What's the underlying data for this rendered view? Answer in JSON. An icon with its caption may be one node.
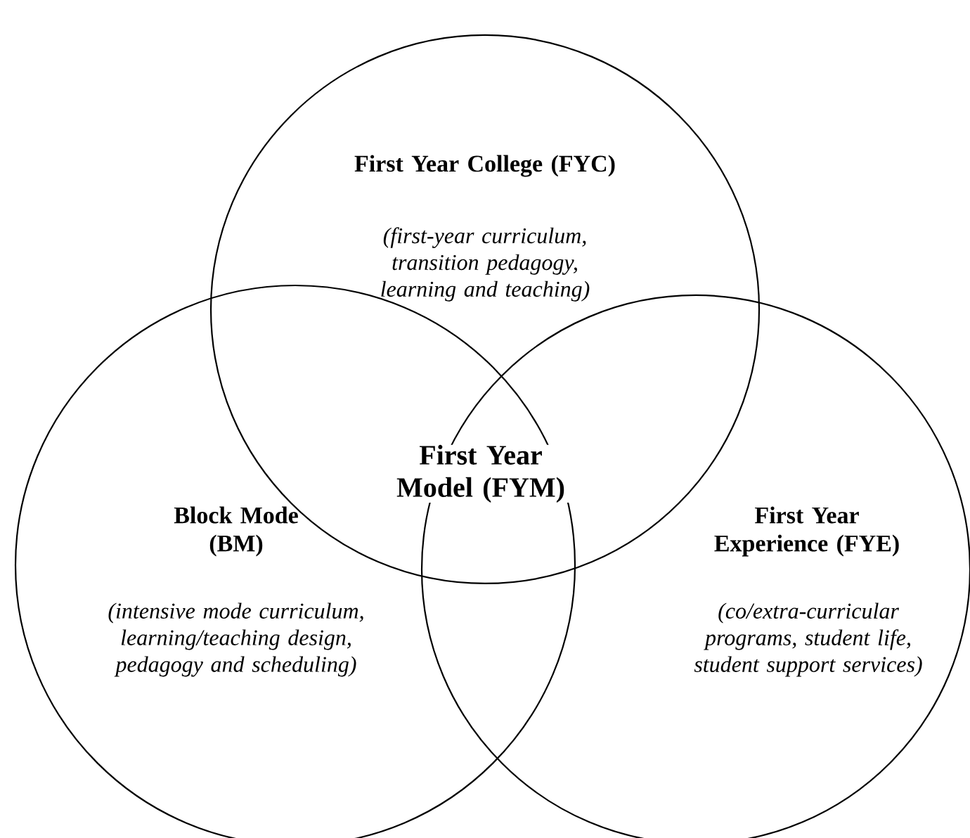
{
  "diagram": {
    "nodes": [
      {
        "text": [
          "First Year College (FYC)",
          "(first-year curriculum, transition pedagogy, learning and teaching)"
        ]
      },
      {
        "text": [
          "Block Mode (BM)",
          "(intensive mode curriculum, learning/teaching design, pedagogy and scheduling)"
        ]
      },
      {
        "text": [
          "First Year Experience (FYE)",
          "(co/extra-curricular programs, student life, student support services)"
        ]
      }
    ],
    "labels": [
      "First Year Model (FYM)"
    ]
  }
}
